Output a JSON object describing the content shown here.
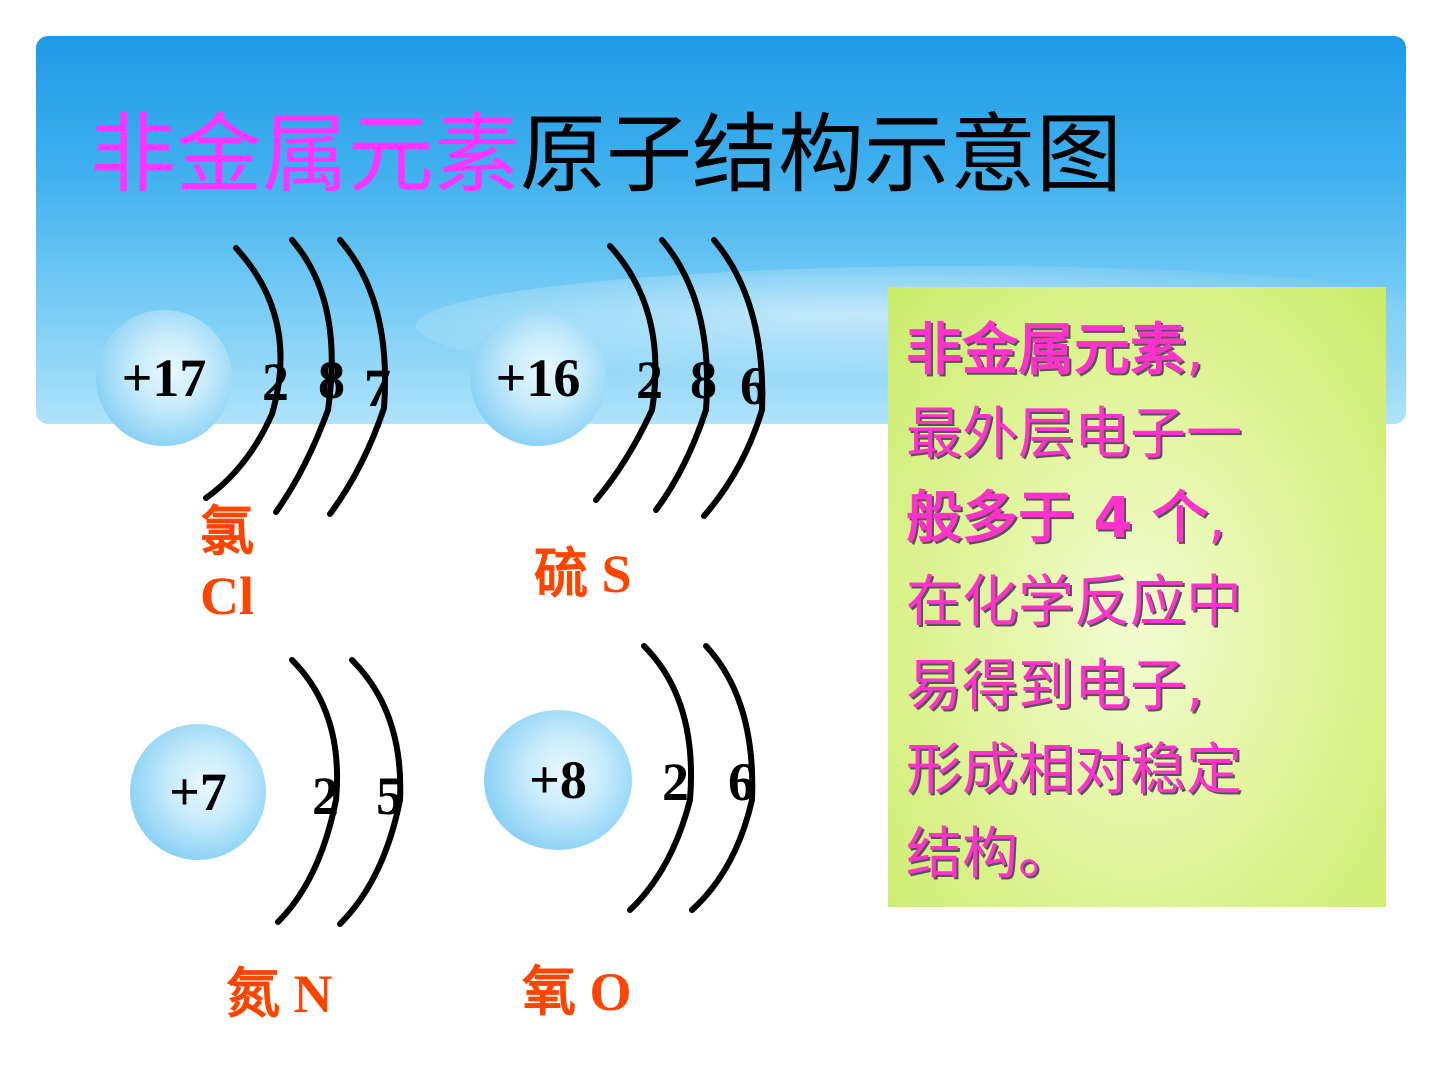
{
  "title": {
    "highlight": "非金属元素",
    "rest": "原子结构示意图"
  },
  "atoms": [
    {
      "id": "cl",
      "nucleus": "+17",
      "shells": [
        "2",
        "8",
        "7"
      ],
      "name": "氯",
      "symbol": "Cl"
    },
    {
      "id": "s",
      "nucleus": "+16",
      "shells": [
        "2",
        "8",
        "6"
      ],
      "name": "硫",
      "symbol": "S"
    },
    {
      "id": "n",
      "nucleus": "+7",
      "shells": [
        "2",
        "5"
      ],
      "name": "氮",
      "symbol": "N"
    },
    {
      "id": "o",
      "nucleus": "+8",
      "shells": [
        "2",
        "6"
      ],
      "name": "氧",
      "symbol": "O"
    }
  ],
  "note": {
    "line1": "非金属元素",
    "comma1": ",",
    "line2": "最外层电子一",
    "line3": "般多于 4 个",
    "comma3": ",",
    "line4": "在化学反应中",
    "line5": "易得到电子,",
    "line6": "形成相对稳定",
    "line7": "结构。"
  },
  "colors": {
    "title_highlight": "#ff33ff",
    "element_name": "#ff4400",
    "note_text": "#ff33cc",
    "banner": "#3fb0ee",
    "note_bg": "#d9f08a"
  }
}
